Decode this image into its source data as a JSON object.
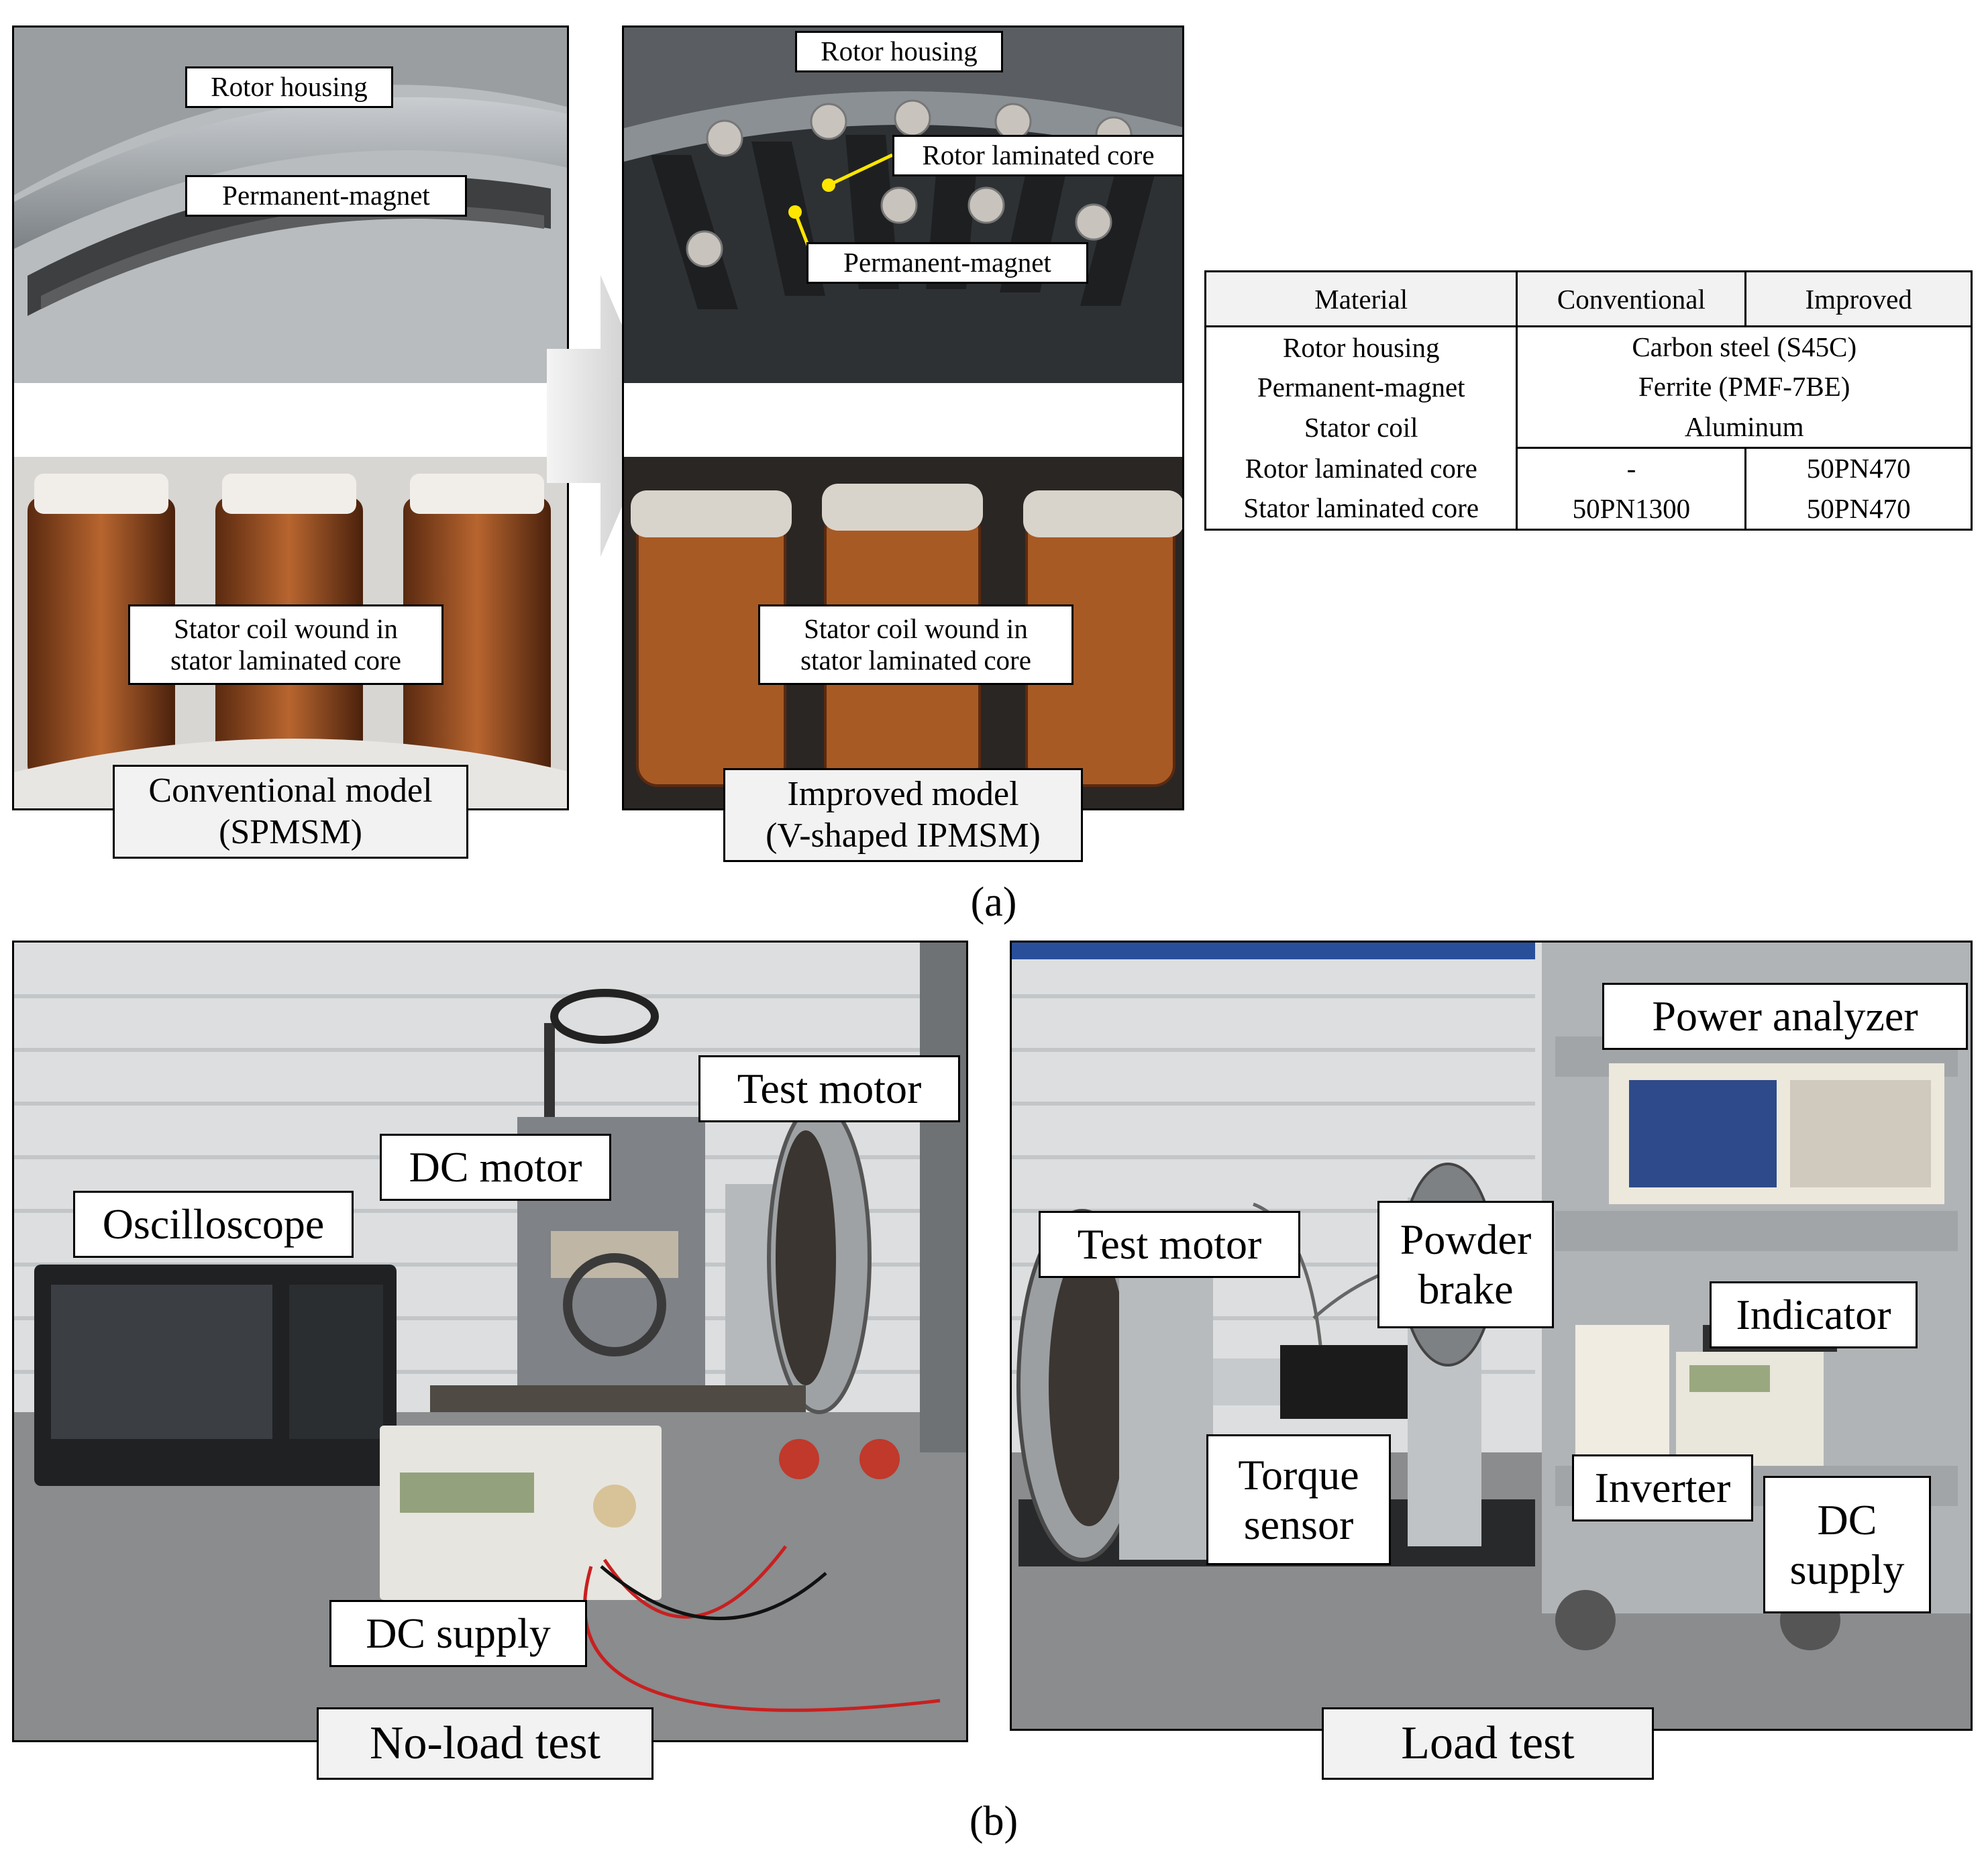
{
  "panel_a": {
    "letter": "(a)",
    "conventional_photo": {
      "rotor_housing": "Rotor housing",
      "permanent_magnet": "Permanent-magnet",
      "stator_coil_line1": "Stator coil wound in",
      "stator_coil_line2": "stator laminated core",
      "caption_line1": "Conventional model",
      "caption_line2": "(SPMSM)"
    },
    "improved_photo": {
      "rotor_housing": "Rotor housing",
      "rotor_laminated_core": "Rotor laminated core",
      "permanent_magnet": "Permanent-magnet",
      "stator_coil_line1": "Stator coil wound in",
      "stator_coil_line2": "stator laminated core",
      "caption_line1": "Improved model",
      "caption_line2": "(V-shaped IPMSM)"
    },
    "material_table": {
      "headers": [
        "Material",
        "Conventional",
        "Improved"
      ],
      "rows": [
        {
          "material": "Rotor housing",
          "shared": "Carbon steel (S45C)"
        },
        {
          "material": "Permanent-magnet",
          "shared": "Ferrite (PMF-7BE)"
        },
        {
          "material": "Stator coil",
          "shared": "Aluminum"
        },
        {
          "material": "Rotor laminated core",
          "conventional": "-",
          "improved": "50PN470"
        },
        {
          "material": "Stator laminated core",
          "conventional": "50PN1300",
          "improved": "50PN470"
        }
      ]
    }
  },
  "panel_b": {
    "letter": "(b)",
    "no_load": {
      "caption": "No-load test",
      "test_motor": "Test motor",
      "dc_motor": "DC motor",
      "oscilloscope": "Oscilloscope",
      "dc_supply": "DC supply"
    },
    "load": {
      "caption": "Load test",
      "power_analyzer": "Power analyzer",
      "test_motor": "Test motor",
      "powder_brake_line1": "Powder",
      "powder_brake_line2": "brake",
      "indicator": "Indicator",
      "torque_sensor_line1": "Torque",
      "torque_sensor_line2": "sensor",
      "inverter": "Inverter",
      "dc_supply_line1": "DC",
      "dc_supply_line2": "supply"
    }
  },
  "colors": {
    "copper": "#a0522d",
    "panel_gray": "#f2f2f2",
    "arrow_gray": "#d9d9d9",
    "rotor_dark": "#3a3d40",
    "floor_gray": "#8a8c8e"
  }
}
